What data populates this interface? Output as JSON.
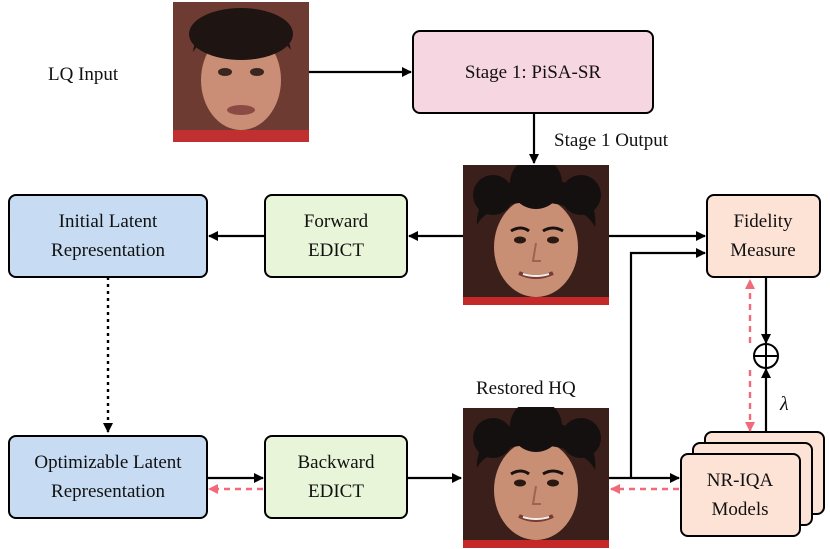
{
  "labels": {
    "lq_input": "LQ Input",
    "stage1_output": "Stage 1 Output",
    "restored_hq": "Restored HQ",
    "lambda": "λ"
  },
  "boxes": {
    "stage1": {
      "line1": "Stage 1: PiSA-SR"
    },
    "initial_latent": {
      "line1": "Initial Latent",
      "line2": "Representation"
    },
    "forward_edict": {
      "line1": "Forward",
      "line2": "EDICT"
    },
    "fidelity": {
      "line1": "Fidelity",
      "line2": "Measure"
    },
    "optimizable_latent": {
      "line1": "Optimizable Latent",
      "line2": "Representation"
    },
    "backward_edict": {
      "line1": "Backward",
      "line2": "EDICT"
    },
    "nriqa": {
      "line1": "NR-IQA",
      "line2": "Models"
    }
  },
  "images": {
    "lq_face": "low-quality-face-photo",
    "stage1_face": "stage1-output-face-photo",
    "restored_face": "restored-hq-face-photo"
  },
  "colors": {
    "pink_box": "#f6d6e1",
    "green_box": "#e9f5d9",
    "blue_box": "#c7dcf3",
    "peach_box": "#fde3d6",
    "gradient_arrow": "#f06a7a",
    "arrow": "#000000"
  }
}
